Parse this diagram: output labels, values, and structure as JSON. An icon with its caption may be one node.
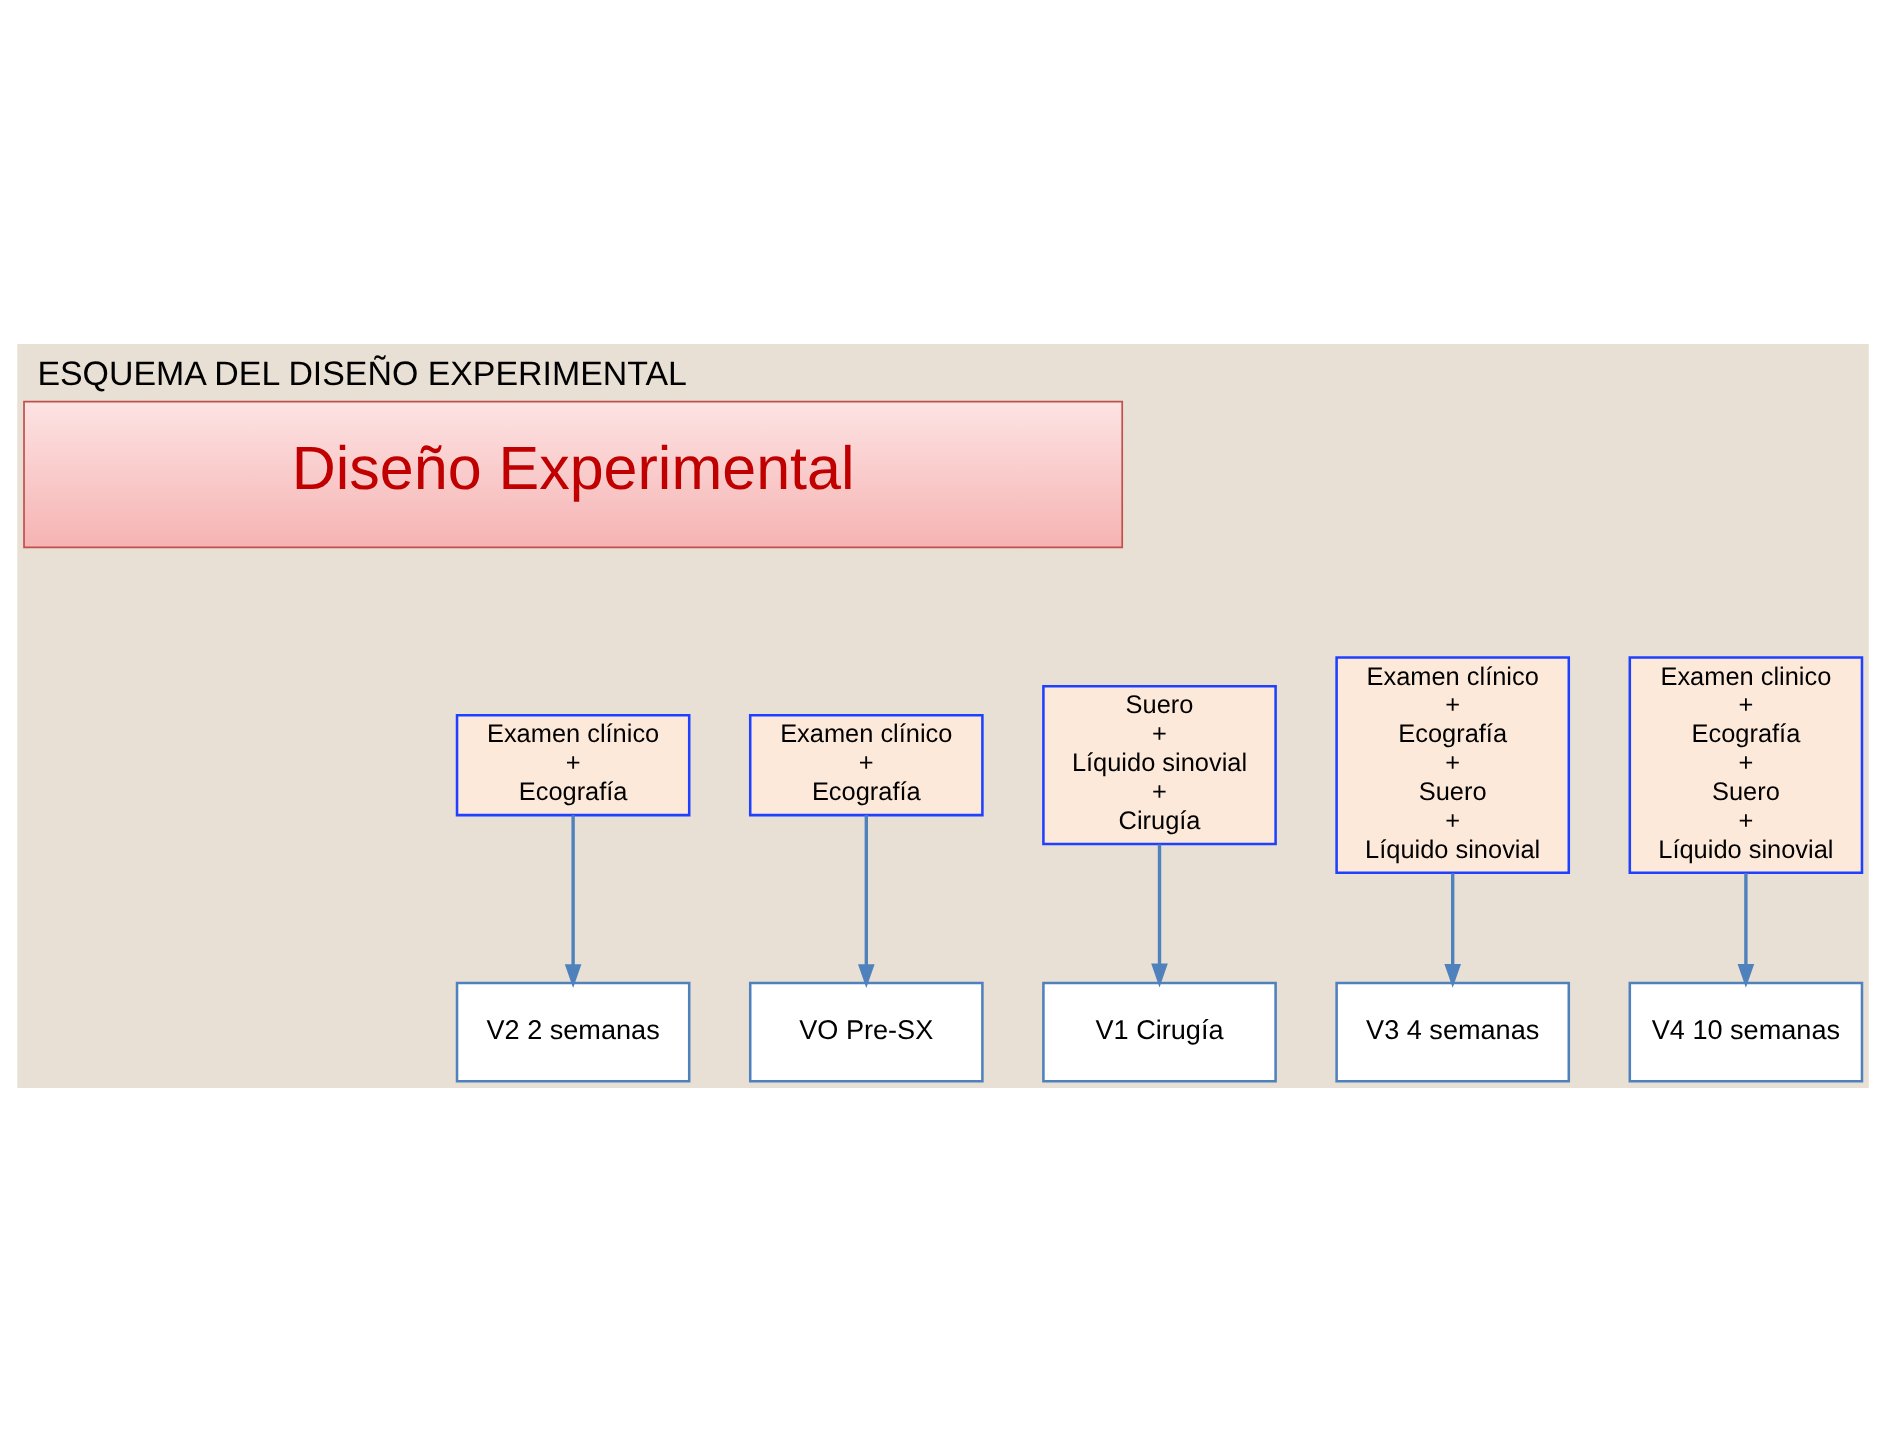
{
  "diagram": {
    "title": "ESQUEMA DEL DISEÑO EXPERIMENTAL",
    "nodes": [
      {
        "text": [
          "Diseño Experimental"
        ]
      },
      {
        "text": [
          "Examen clínico + Ecografía"
        ]
      },
      {
        "text": [
          "Suero + Líquido sinovial + Cirugía"
        ]
      },
      {
        "text": [
          "Examen clínico + Ecografía"
        ]
      },
      {
        "text": [
          "Examen clínico + Ecografía + Suero + Líquido sinovial"
        ]
      },
      {
        "text": [
          "Examen clinico + Ecografía + Suero + Líquido sinovial"
        ]
      },
      {
        "text": [
          "VO Pre-SX"
        ]
      },
      {
        "text": [
          "V1 Cirugía"
        ]
      },
      {
        "text": [
          "V2 2 semanas"
        ]
      },
      {
        "text": [
          "V3 4 semanas"
        ]
      },
      {
        "text": [
          "V4 10 semanas"
        ]
      }
    ],
    "edges": [
      {
        "from": 1,
        "to": 6,
        "arrow": "to"
      },
      {
        "from": 2,
        "to": 7,
        "arrow": "to"
      },
      {
        "from": 3,
        "to": 8,
        "arrow": "to"
      },
      {
        "from": 4,
        "to": 9,
        "arrow": "to"
      },
      {
        "from": 5,
        "to": 10,
        "arrow": "to"
      }
    ]
  }
}
